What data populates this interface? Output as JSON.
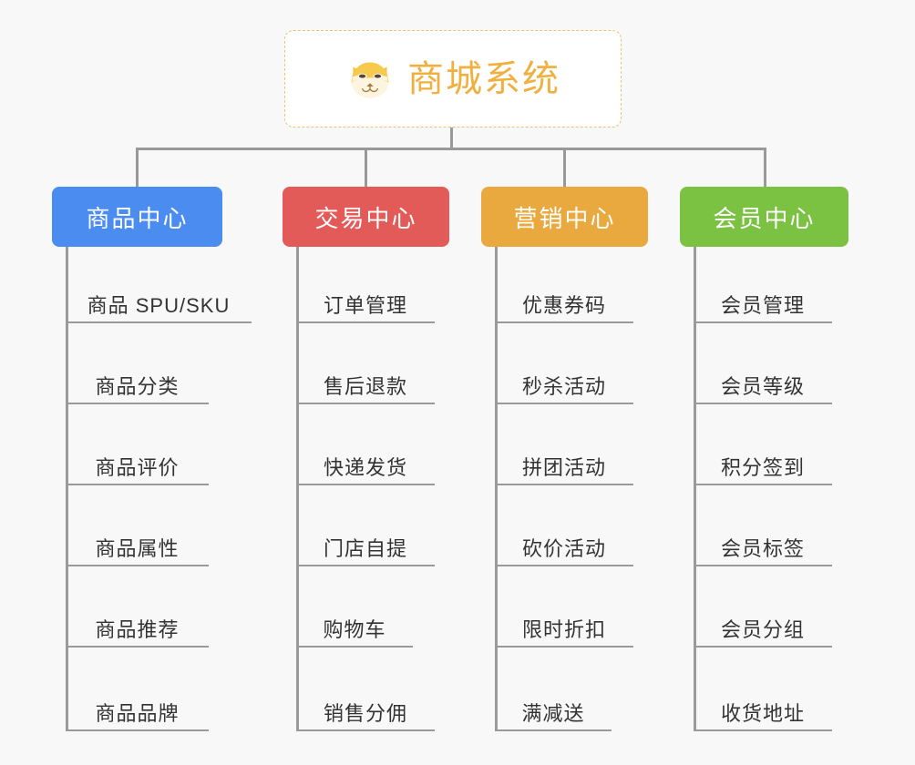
{
  "diagram": {
    "background_color": "#f8f8f8",
    "connector_color": "#999999",
    "root": {
      "title": "商城系统",
      "icon": "shiba-dog-face-icon",
      "text_color": "#f0b040",
      "border_color": "#f0c070",
      "background_color": "#ffffff"
    },
    "columns": [
      {
        "id": "product-center",
        "title": "商品中心",
        "color": "#4a8cf0",
        "items": [
          "商品 SPU/SKU",
          "商品分类",
          "商品评价",
          "商品属性",
          "商品推荐",
          "商品品牌"
        ]
      },
      {
        "id": "trade-center",
        "title": "交易中心",
        "color": "#e35b59",
        "items": [
          "订单管理",
          "售后退款",
          "快递发货",
          "门店自提",
          "购物车",
          "销售分佣"
        ]
      },
      {
        "id": "marketing-center",
        "title": "营销中心",
        "color": "#eaa93f",
        "items": [
          "优惠券码",
          "秒杀活动",
          "拼团活动",
          "砍价活动",
          "限时折扣",
          "满减送"
        ]
      },
      {
        "id": "member-center",
        "title": "会员中心",
        "color": "#7cc242",
        "items": [
          "会员管理",
          "会员等级",
          "积分签到",
          "会员标签",
          "会员分组",
          "收货地址"
        ]
      }
    ]
  }
}
